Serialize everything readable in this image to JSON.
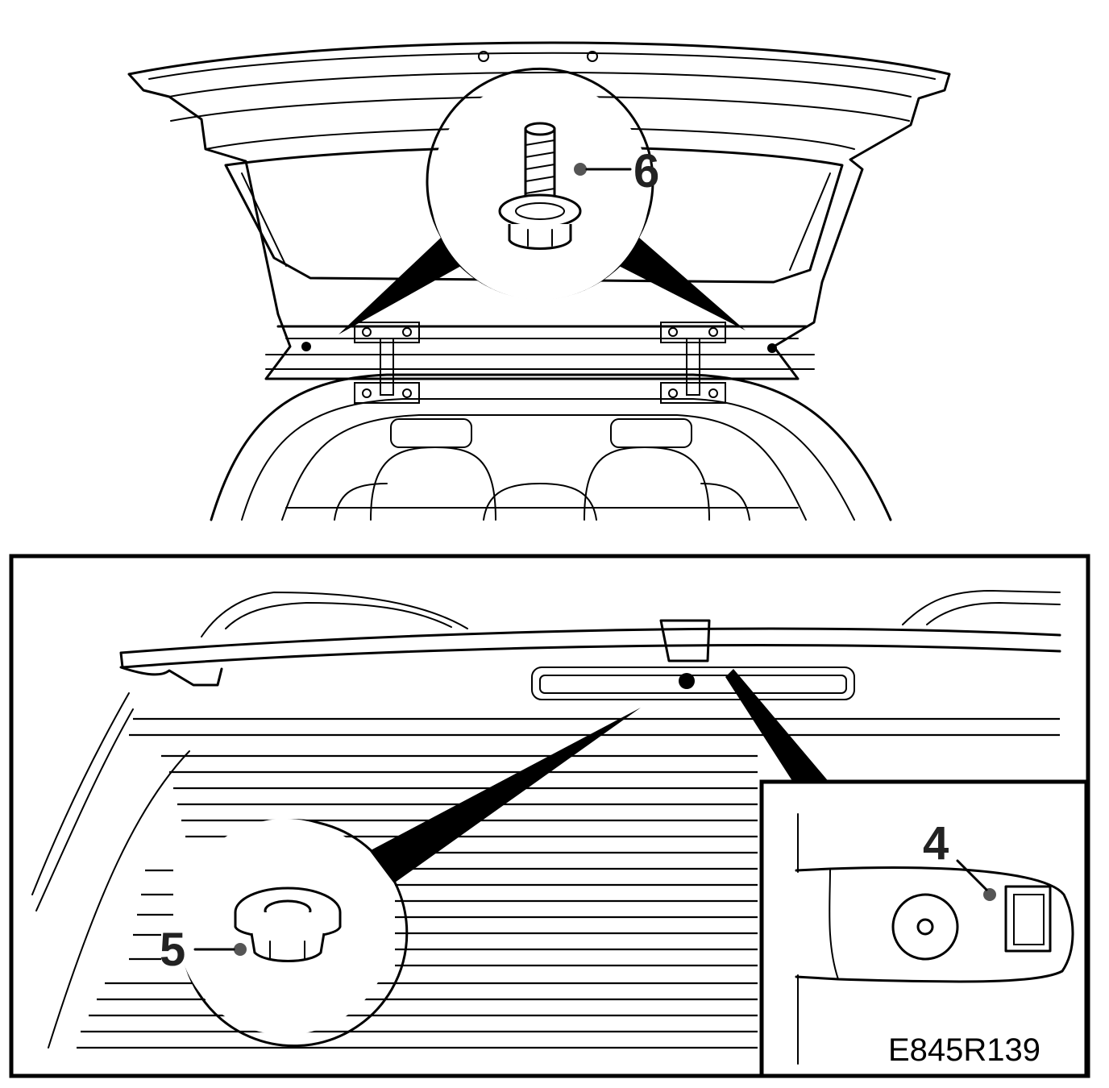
{
  "callouts": {
    "bolt": "6",
    "clip": "5",
    "tab": "4"
  },
  "figure_code": "E845R139",
  "colors": {
    "line": "#000000",
    "background": "#ffffff",
    "dot": "#555555"
  }
}
